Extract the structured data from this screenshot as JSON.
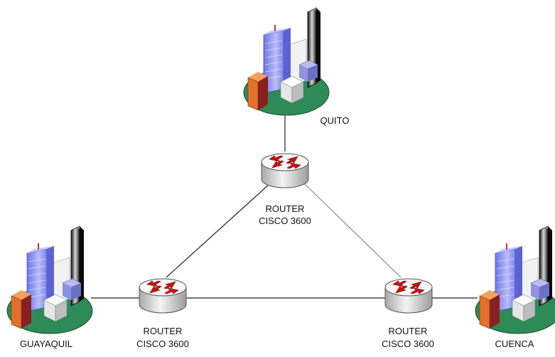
{
  "diagram": {
    "cities": {
      "quito": {
        "label": "QUITO"
      },
      "guayaquil": {
        "label": "GUAYAQUIL"
      },
      "cuenca": {
        "label": "CUENCA"
      }
    },
    "routers": {
      "top": {
        "line1": "ROUTER",
        "line2": "CISCO 3600"
      },
      "left": {
        "line1": "ROUTER",
        "line2": "CISCO 3600"
      },
      "right": {
        "line1": "ROUTER",
        "line2": "CISCO 3600"
      }
    },
    "colors": {
      "ground": "#2e8b57",
      "router_arrows": "#cc1111",
      "tower_blue": "#8a8ff0",
      "tower_orange": "#e0702a",
      "link_line": "#222222"
    }
  }
}
